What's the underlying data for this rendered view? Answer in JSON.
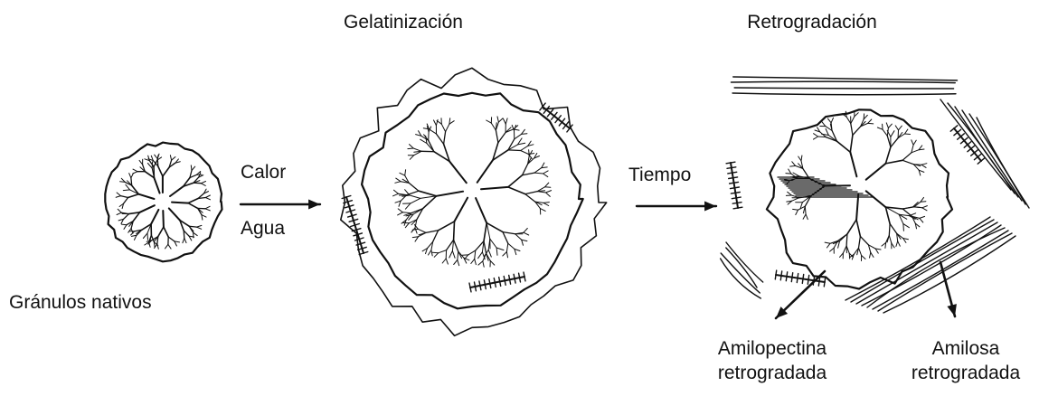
{
  "labels": {
    "gelatinizacion": "Gelatinización",
    "retrogradacion": "Retrogradación",
    "calor": "Calor",
    "agua": "Agua",
    "tiempo": "Tiempo",
    "granulos_nativos": "Gránulos nativos",
    "amilopectina_line1": "Amilopectina",
    "amilopectina_line2": "retrogradada",
    "amilosa_line1": "Amilosa",
    "amilosa_line2": "retrogradada"
  },
  "stages": [
    {
      "stage": "native",
      "name": "Gránulos nativos"
    },
    {
      "stage": "gelatinized",
      "name": "Gelatinización",
      "conditions": [
        "Calor",
        "Agua"
      ]
    },
    {
      "stage": "retrograded",
      "name": "Retrogradación",
      "conditions": [
        "Tiempo"
      ]
    }
  ],
  "colors": {
    "ink": "#111111",
    "background": "#ffffff"
  }
}
